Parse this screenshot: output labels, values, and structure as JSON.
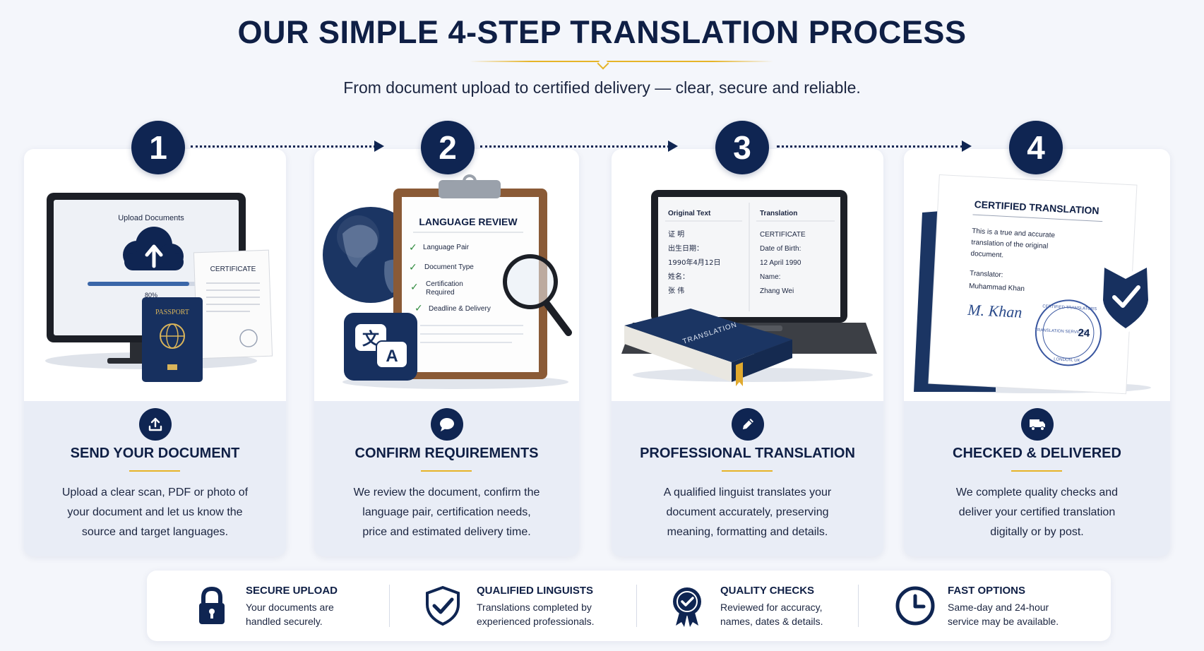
{
  "header": {
    "title": "OUR SIMPLE 4-STEP TRANSLATION PROCESS",
    "subtitle": "From document upload to certified delivery — clear, secure and reliable."
  },
  "steps": [
    {
      "number": "1",
      "title": "SEND YOUR DOCUMENT",
      "description": [
        "Upload a clear scan, PDF or photo of",
        "your document and let us know the",
        "source and target languages."
      ],
      "icon": "upload-icon",
      "illustration": {
        "screen_title": "Upload Documents",
        "progress_label": "80%",
        "progress": 0.8,
        "certificate_label": "CERTIFICATE",
        "passport_label": "PASSPORT"
      }
    },
    {
      "number": "2",
      "title": "CONFIRM REQUIREMENTS",
      "description": [
        "We review the document, confirm the",
        "language pair, certification needs,",
        "price and estimated delivery time."
      ],
      "icon": "chat-icon",
      "illustration": {
        "clipboard_title": "LANGUAGE REVIEW",
        "checklist": [
          "Language Pair",
          "Document Type",
          "Certification",
          "Required",
          "Deadline & Delivery"
        ],
        "translate_glyph_1": "文",
        "translate_glyph_2": "A"
      }
    },
    {
      "number": "3",
      "title": "PROFESSIONAL TRANSLATION",
      "description": [
        "A qualified linguist translates your",
        "document accurately, preserving",
        "meaning, formatting and details."
      ],
      "icon": "pencil-icon",
      "illustration": {
        "col_original": "Original Text",
        "col_translation": "Translation",
        "original_lines": [
          "证 明",
          "出生日期：",
          "1990年4月12日",
          "姓名：",
          "张 伟"
        ],
        "translation_lines": [
          "CERTIFICATE",
          "Date of Birth:",
          "12 April 1990",
          "Name:",
          "Zhang Wei"
        ],
        "book_label": "TRANSLATION"
      }
    },
    {
      "number": "4",
      "title": "CHECKED & DELIVERED",
      "description": [
        "We complete quality checks and",
        "deliver your certified translation",
        "digitally or by post."
      ],
      "icon": "delivery-truck-icon",
      "illustration": {
        "doc_title": "CERTIFIED TRANSLATION",
        "doc_lines": [
          "This is a true and accurate",
          "translation of the original",
          "document."
        ],
        "translator_label": "Translator:",
        "translator_name": "Muhammad Khan",
        "signature": "M. Khan",
        "stamp_top": "CERTIFIED TRANSLATORS",
        "stamp_mid": "TRANSLATION SERVICES",
        "stamp_num": "24",
        "stamp_bottom": "LONDON, UK"
      }
    }
  ],
  "features": [
    {
      "title": "SECURE UPLOAD",
      "desc": [
        "Your documents are",
        "handled securely."
      ],
      "icon": "padlock-icon"
    },
    {
      "title": "QUALIFIED LINGUISTS",
      "desc": [
        "Translations completed by",
        "experienced professionals."
      ],
      "icon": "shield-check-icon"
    },
    {
      "title": "QUALITY CHECKS",
      "desc": [
        "Reviewed for accuracy,",
        "names, dates & details."
      ],
      "icon": "award-badge-icon"
    },
    {
      "title": "FAST OPTIONS",
      "desc": [
        "Same-day and 24-hour",
        "service may be available."
      ],
      "icon": "clock-icon"
    }
  ],
  "colors": {
    "navy": "#0f2552",
    "gold": "#e6b428",
    "background": "#f4f6fb",
    "card_bottom": "#e9edf6"
  }
}
